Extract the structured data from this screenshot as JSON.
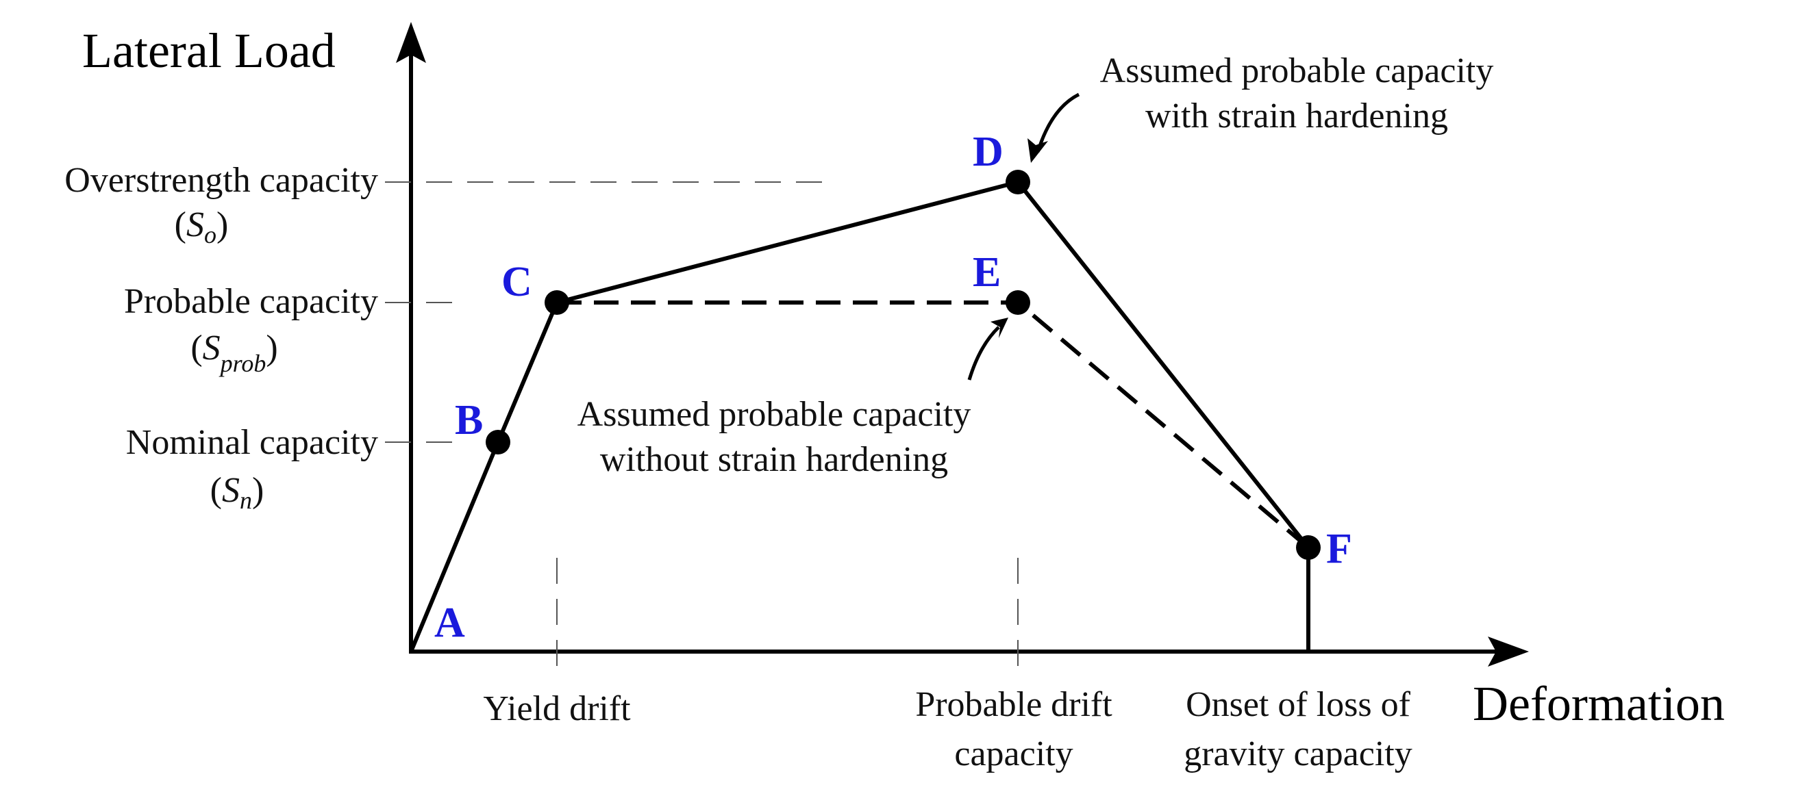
{
  "axes": {
    "y_title": "Lateral Load",
    "x_title": "Deformation"
  },
  "y_levels": {
    "overstrength": {
      "line1": "Overstrength capacity",
      "symbol": "S",
      "subscript": "o"
    },
    "probable": {
      "line1": "Probable capacity",
      "symbol": "S",
      "subscript": "prob"
    },
    "nominal": {
      "line1": "Nominal capacity",
      "symbol": "S",
      "subscript": "n"
    }
  },
  "x_levels": {
    "yield": {
      "line1": "Yield drift"
    },
    "probable_drift": {
      "line1": "Probable drift",
      "line2": "capacity"
    },
    "onset": {
      "line1": "Onset of loss of",
      "line2": "gravity capacity"
    }
  },
  "points": {
    "A": "A",
    "B": "B",
    "C": "C",
    "D": "D",
    "E": "E",
    "F": "F"
  },
  "annotations": {
    "with_hardening": {
      "line1": "Assumed probable capacity",
      "line2": "with strain hardening"
    },
    "without_hardening": {
      "line1": "Assumed probable capacity",
      "line2": "without strain hardening"
    }
  },
  "colors": {
    "point_letters": "#1a1adc",
    "lines": "#000000",
    "guides": "#555555"
  }
}
